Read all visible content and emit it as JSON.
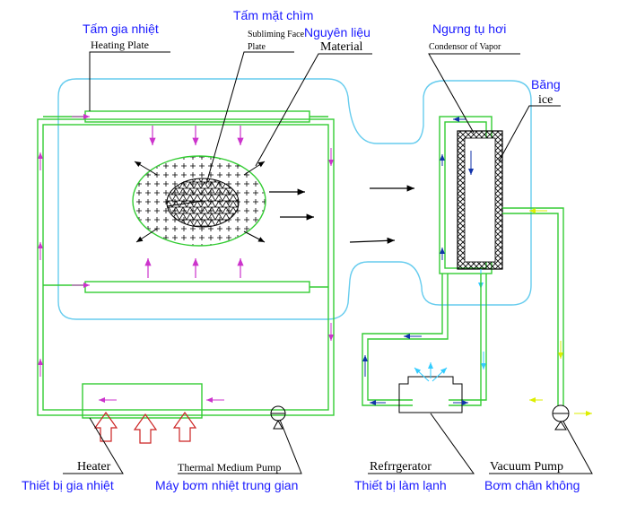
{
  "labels": {
    "heating_plate_vi": "Tấm gia nhiệt",
    "heating_plate_en": "Heating Plate",
    "subliming_face_vi": "Tấm mặt chìm",
    "subliming_face_en_1": "Subliming Face",
    "subliming_face_en_2": "Plate",
    "material_vi": "Nguyên liệu",
    "material_en": "Material",
    "condensor_vi": "Ngưng tụ hơi",
    "condensor_en": "Condensor of Vapor",
    "ice_vi": "Băng",
    "ice_en": "ice",
    "heater_en": "Heater",
    "heater_vi": "Thiết bị gia nhiệt",
    "pump_en": "Thermal Medium Pump",
    "pump_vi": "Máy bơm nhiệt trung gian",
    "refrigerator_en": "Refrrgerator",
    "refrigerator_vi": "Thiết bị làm lạnh",
    "vacuum_en": "Vacuum Pump",
    "vacuum_vi": "Bơm chân không"
  },
  "colors": {
    "label_vi": "#1a1aff",
    "pipe": "#33cc33",
    "chamber": "#66ccee",
    "heat_arrow": "#cc33cc",
    "cold_arrow": "#1133aa",
    "heater_arrow": "#cc2222",
    "cool_flow": "#33ccff"
  }
}
